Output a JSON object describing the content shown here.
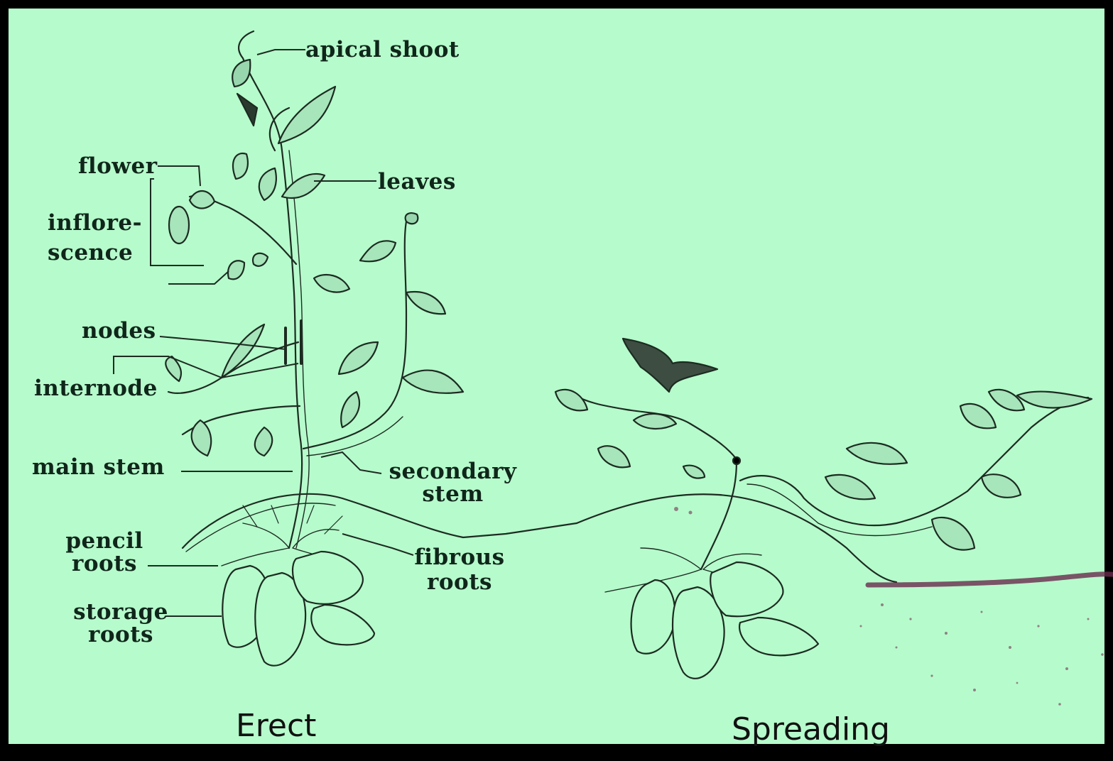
{
  "labels": {
    "apical_shoot": "apical shoot",
    "flower": "flower",
    "leaves": "leaves",
    "inflorescence_1": "inflore-",
    "inflorescence_2": "scence",
    "nodes": "nodes",
    "internode": "internode",
    "main_stem": "main stem",
    "secondary_stem_1": "secondary",
    "secondary_stem_2": "stem",
    "pencil_roots_1": "pencil",
    "pencil_roots_2": "roots",
    "fibrous_roots_1": "fibrous",
    "fibrous_roots_2": "roots",
    "storage_roots_1": "storage",
    "storage_roots_2": "roots"
  },
  "captions": {
    "erect": "Erect",
    "spreading": "Spreading"
  },
  "colors": {
    "background": "#b6fbcc",
    "border": "#000000",
    "ink": "#1c2b20",
    "soil_dots": "#7a2f55"
  }
}
